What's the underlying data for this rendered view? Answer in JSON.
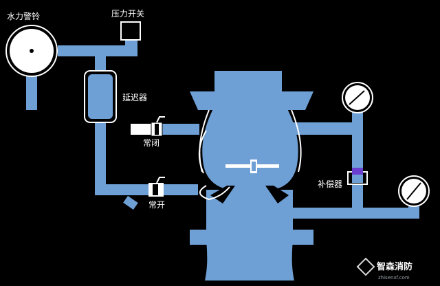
{
  "labels": {
    "water_alarm": "水力警铃",
    "pressure_switch": "压力开关",
    "retard_chamber": "延迟器",
    "normally_closed": "常闭",
    "normally_open": "常开",
    "compensator": "补偿器"
  },
  "watermark": {
    "brand": "智森消防",
    "domain": "zhisenxf.com"
  },
  "colors": {
    "background": "#000000",
    "pipe": "#6e9fd5",
    "outline": "#ffffff",
    "compensator_plug": "#6a3fd0"
  }
}
